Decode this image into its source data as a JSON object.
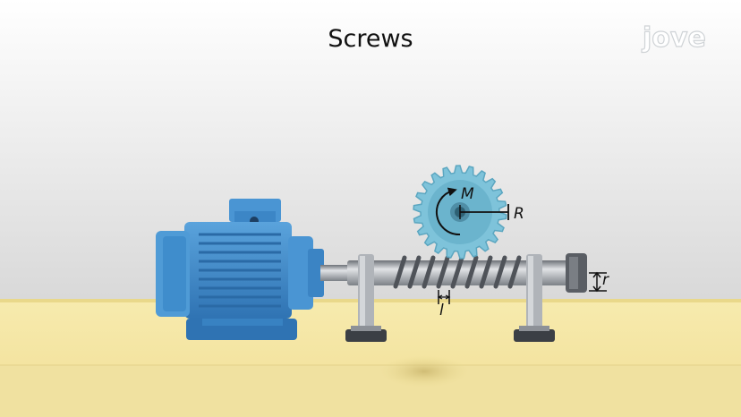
{
  "title": "Screws",
  "brand": {
    "logo_text": "jove"
  },
  "labels": {
    "moment": "M",
    "gear_radius": "R",
    "screw_radius": "r",
    "lead": "l"
  },
  "colors": {
    "motor": "#3f8dcc",
    "gear": "#7ec3da",
    "table": "#f4e49e",
    "screw": "#8a8f96"
  }
}
